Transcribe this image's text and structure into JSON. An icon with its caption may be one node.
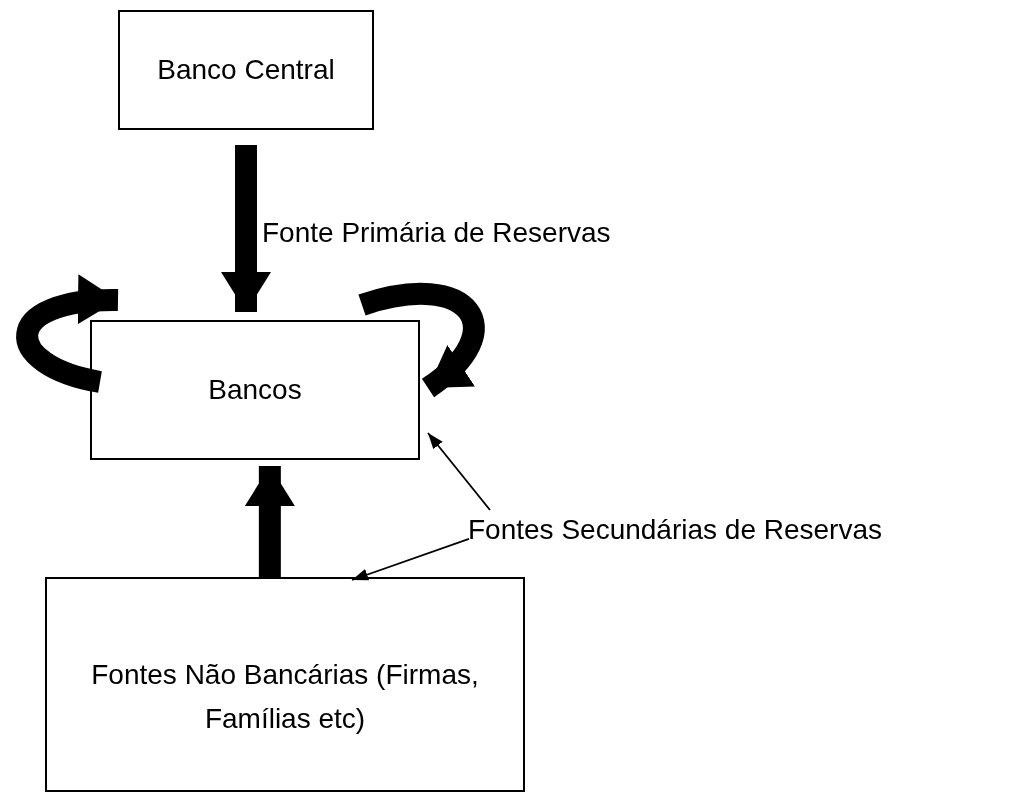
{
  "diagram": {
    "nodes": [
      {
        "text": [
          "Banco Central"
        ]
      },
      {
        "text": [
          "Bancos"
        ]
      },
      {
        "text": [
          "Fontes Não Bancárias (Firmas, Famílias etc)"
        ]
      },
      {
        "text": [
          "Fontes Secundárias de Reservas"
        ]
      }
    ],
    "edges": [
      {
        "from": 0,
        "to": 1,
        "arrow": "to",
        "label": "Fonte Primária de Reservas"
      },
      {
        "from": 2,
        "to": 1,
        "arrow": "to"
      },
      {
        "from": 1,
        "to": 1,
        "arrow": "to"
      },
      {
        "from": 1,
        "to": 1,
        "arrow": "to"
      },
      {
        "from": 3,
        "to": 1,
        "arrow": "to"
      },
      {
        "from": 3,
        "to": 2,
        "arrow": "to"
      }
    ]
  }
}
